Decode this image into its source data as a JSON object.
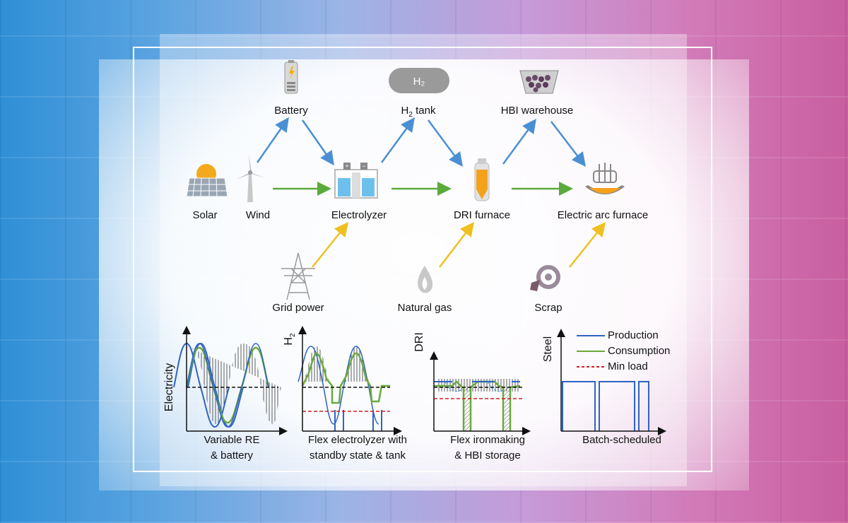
{
  "colors": {
    "blue_arrow": "#4a8fd4",
    "green_arrow": "#5aaa3c",
    "yellow_arrow": "#f0c020",
    "production": "#2f63c4",
    "consumption": "#6aaa3a",
    "min_load": "#cc2222",
    "fill_orange": "#f4a21c"
  },
  "icons": [
    "battery-icon",
    "h2-tank-icon",
    "hbi-warehouse-icon",
    "solar-panel-icon",
    "wind-turbine-icon",
    "electrolyzer-icon",
    "dri-furnace-icon",
    "electric-arc-furnace-icon",
    "transmission-tower-icon",
    "gas-flame-icon",
    "scrap-gear-icon"
  ],
  "nodes": {
    "battery": "Battery",
    "h2_tank": "H",
    "h2_tank_sub": "2",
    "h2_tank_tail": " tank",
    "h2_icon_text": "H₂",
    "hbi": "HBI warehouse",
    "solar": "Solar",
    "wind": "Wind",
    "electrolyzer": "Electrolyzer",
    "dri": "DRI furnace",
    "eaf": "Electric arc furnace",
    "grid": "Grid power",
    "gas": "Natural gas",
    "scrap": "Scrap"
  },
  "charts": [
    {
      "ylabel": "Electricity",
      "caption_line1": "Variable RE",
      "caption_line2": "& battery"
    },
    {
      "ylabel_main": "H",
      "ylabel_sub": "2",
      "caption_line1": "Flex electrolyzer with",
      "caption_line2": "standby state & tank"
    },
    {
      "ylabel": "DRI",
      "caption_line1": "Flex ironmaking",
      "caption_line2": "& HBI storage"
    },
    {
      "ylabel": "Steel",
      "caption_line1": "Batch-scheduled",
      "caption_line2": ""
    }
  ],
  "legend": {
    "production": "Production",
    "consumption": "Consumption",
    "min_load": "Min load"
  }
}
